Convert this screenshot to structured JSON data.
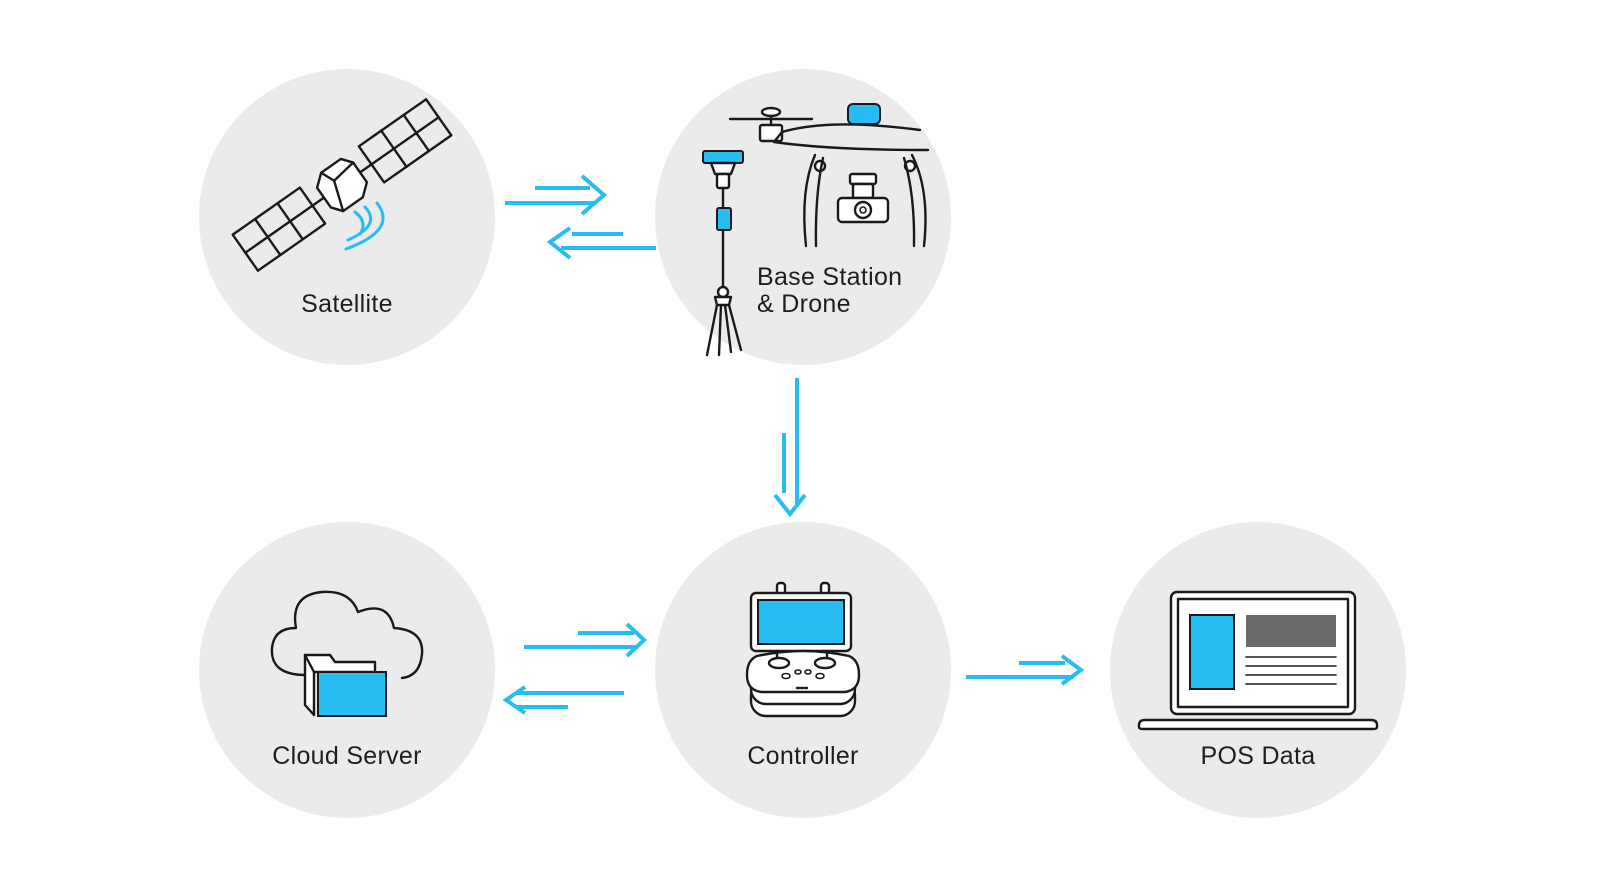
{
  "colors": {
    "accent": "#27bdf2",
    "circle": "#ebebeb",
    "ink": "#1a1a1a",
    "background": "#ffffff"
  },
  "nodes": {
    "satellite": {
      "label": "Satellite",
      "icon": "satellite-icon"
    },
    "base_station": {
      "label_line1": "Base Station",
      "label_line2": "& Drone",
      "icon": "base-station-drone-icon"
    },
    "cloud": {
      "label": "Cloud Server",
      "icon": "cloud-folder-icon"
    },
    "controller": {
      "label": "Controller",
      "icon": "remote-controller-icon"
    },
    "pos": {
      "label": "POS Data",
      "icon": "laptop-icon"
    }
  },
  "connections": [
    {
      "from": "satellite",
      "to": "base_station"
    },
    {
      "from": "base_station",
      "to": "satellite"
    },
    {
      "from": "base_station",
      "to": "controller"
    },
    {
      "from": "cloud",
      "to": "controller"
    },
    {
      "from": "controller",
      "to": "cloud"
    },
    {
      "from": "controller",
      "to": "pos"
    }
  ]
}
